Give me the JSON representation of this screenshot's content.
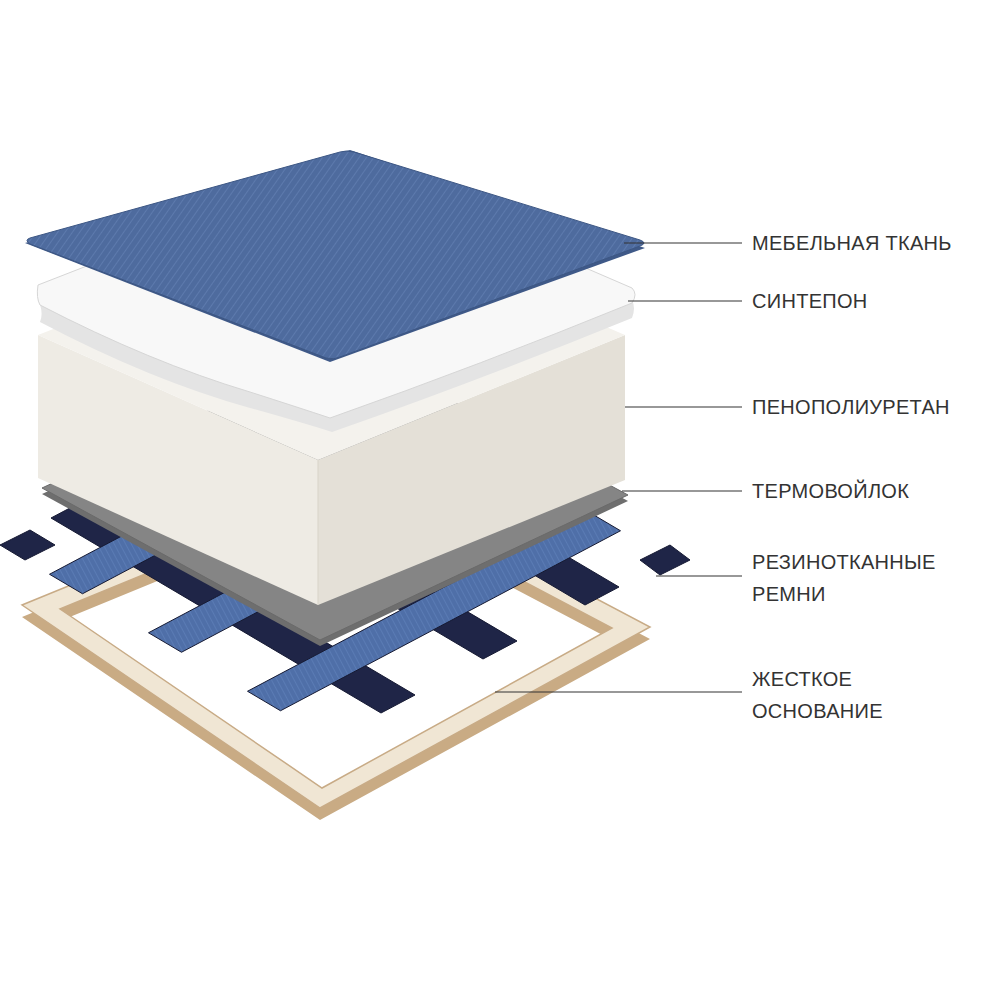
{
  "diagram": {
    "labels": [
      "МЕБЕЛЬНАЯ ТКАНЬ",
      "СИНТЕПОН",
      "ПЕНОПОЛИУРЕТАН",
      "ТЕРМОВОЙЛОК",
      "РЕЗИНОТКАННЫЕ РЕМНИ",
      "ЖЕСТКОЕ ОСНОВАНИЕ"
    ]
  }
}
